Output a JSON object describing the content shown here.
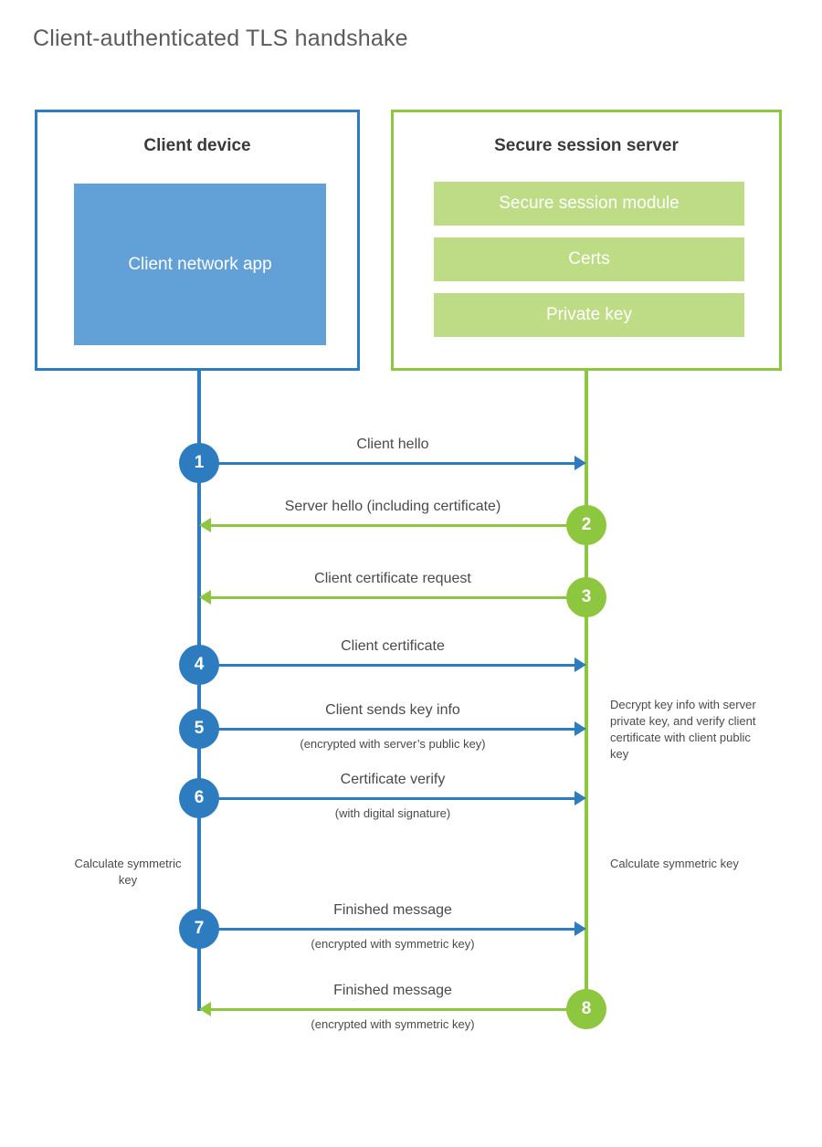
{
  "title": "Client-authenticated TLS handshake",
  "colors": {
    "client_blue": "#2E7CC0",
    "client_app_blue": "#62A0D8",
    "server_green": "#8DC63F",
    "server_bar_green": "#BEDB86",
    "text_gray": "#4a4a4a",
    "title_gray": "#5b5b5b",
    "background": "#ffffff"
  },
  "client": {
    "title": "Client device",
    "app_label": "Client network app"
  },
  "server": {
    "title": "Secure session server",
    "components": [
      {
        "label": "Secure session module"
      },
      {
        "label": "Certs"
      },
      {
        "label": "Private key"
      }
    ]
  },
  "steps": [
    {
      "number": "1",
      "label": "Client hello",
      "sublabel": "",
      "direction": "client-to-server",
      "actor": "client"
    },
    {
      "number": "2",
      "label": "Server hello (including certificate)",
      "sublabel": "",
      "direction": "server-to-client",
      "actor": "server"
    },
    {
      "number": "3",
      "label": "Client certificate request",
      "sublabel": "",
      "direction": "server-to-client",
      "actor": "server"
    },
    {
      "number": "4",
      "label": "Client certificate",
      "sublabel": "",
      "direction": "client-to-server",
      "actor": "client"
    },
    {
      "number": "5",
      "label": "Client sends key info",
      "sublabel": "(encrypted with server’s public key)",
      "direction": "client-to-server",
      "actor": "client"
    },
    {
      "number": "6",
      "label": "Certificate verify",
      "sublabel": "(with digital signature)",
      "direction": "client-to-server",
      "actor": "client"
    },
    {
      "number": "7",
      "label": "Finished message",
      "sublabel": "(encrypted with symmetric key)",
      "direction": "client-to-server",
      "actor": "client"
    },
    {
      "number": "8",
      "label": "Finished message",
      "sublabel": "(encrypted with symmetric key)",
      "direction": "server-to-client",
      "actor": "server"
    }
  ],
  "annotations": {
    "server_decrypt": "Decrypt key info with server private key, and verify client certificate with client public key",
    "client_calculate": "Calculate symmetric key",
    "server_calculate": "Calculate symmetric key"
  }
}
